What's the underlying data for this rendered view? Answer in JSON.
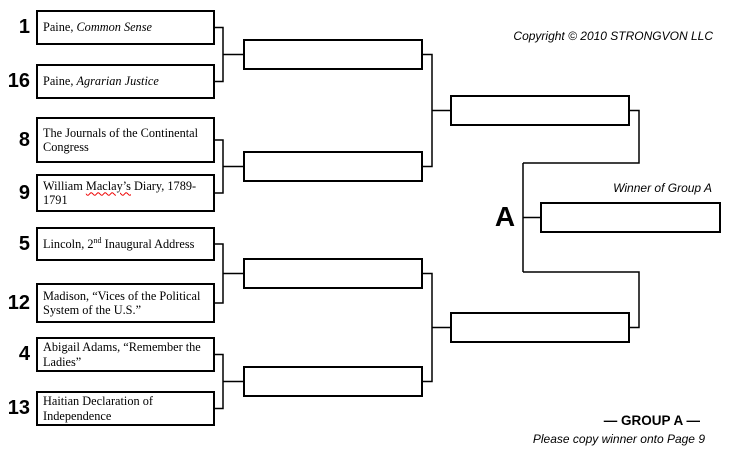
{
  "page": {
    "copyright": "Copyright © 2010 STRONGVON LLC",
    "group_letter": "A",
    "winner_caption": "Winner of Group A",
    "footer_group_title": "— GROUP A —",
    "footer_instruction": "Please copy winner onto Page 9",
    "colors": {
      "ink": "#000000",
      "background": "#ffffff",
      "spellcheck_underline": "#ee0000"
    }
  },
  "bracket": {
    "round1": [
      {
        "seed": "1",
        "pre": "Paine, ",
        "italic_title": "Common Sense"
      },
      {
        "seed": "16",
        "pre": "Paine, ",
        "italic_title": "Agrarian Justice"
      },
      {
        "seed": "8",
        "text": "The Journals of the Continental Congress"
      },
      {
        "seed": "9",
        "pre": "William ",
        "misspelled_word": "Maclay’s",
        "post": " Diary, 1789-1791"
      },
      {
        "seed": "5",
        "pre": "Lincoln, 2",
        "superscript": "nd",
        "post": " Inaugural Address"
      },
      {
        "seed": "12",
        "text": "Madison, “Vices of the Political System of the U.S.”"
      },
      {
        "seed": "4",
        "text": "Abigail Adams, “Remember the Ladies”"
      },
      {
        "seed": "13",
        "text": "Haitian Declaration of Independence"
      }
    ]
  }
}
